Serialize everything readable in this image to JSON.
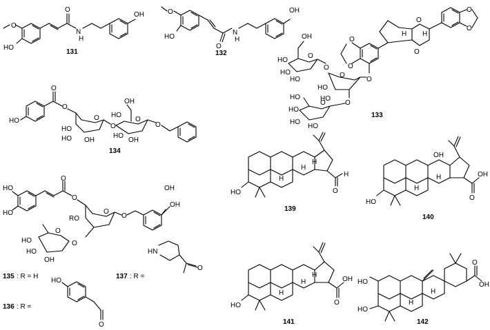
{
  "compounds": {
    "c131": "131",
    "c132": "132",
    "c133": "133",
    "c134": "134",
    "c135": "135",
    "c136": "136",
    "c137": "137",
    "c139": "139",
    "c140": "140",
    "c141": "141",
    "c142": "142"
  },
  "substituents": {
    "r135": ": R = H",
    "r136": ": R =",
    "r137": ": R ="
  },
  "atoms": {
    "o": "O",
    "oh": "OH",
    "ho": "HO",
    "h": "H",
    "n": "N",
    "nh": "HN",
    "ro": "RO",
    "methoxy": "O"
  }
}
